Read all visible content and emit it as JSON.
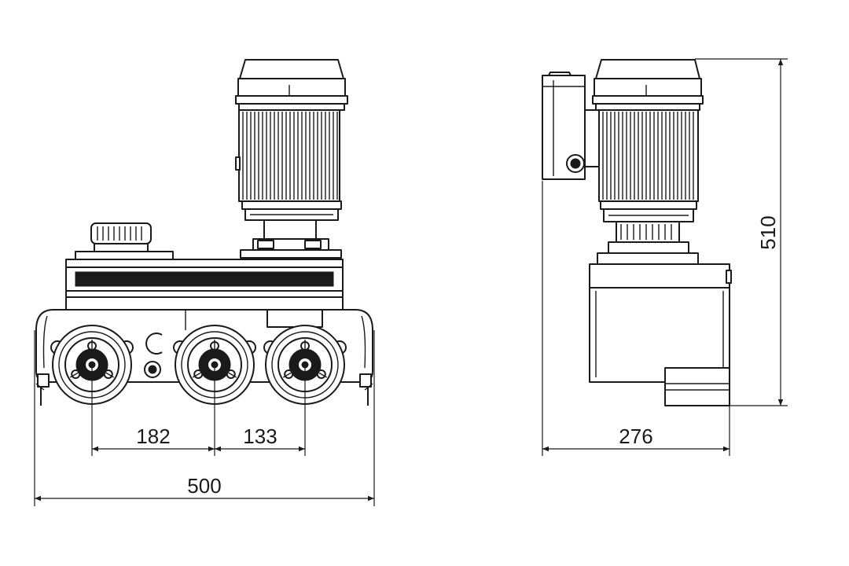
{
  "dimensions": {
    "front_spacing_left": "182",
    "front_spacing_right": "133",
    "front_width": "500",
    "side_depth": "276",
    "side_height": "510"
  }
}
